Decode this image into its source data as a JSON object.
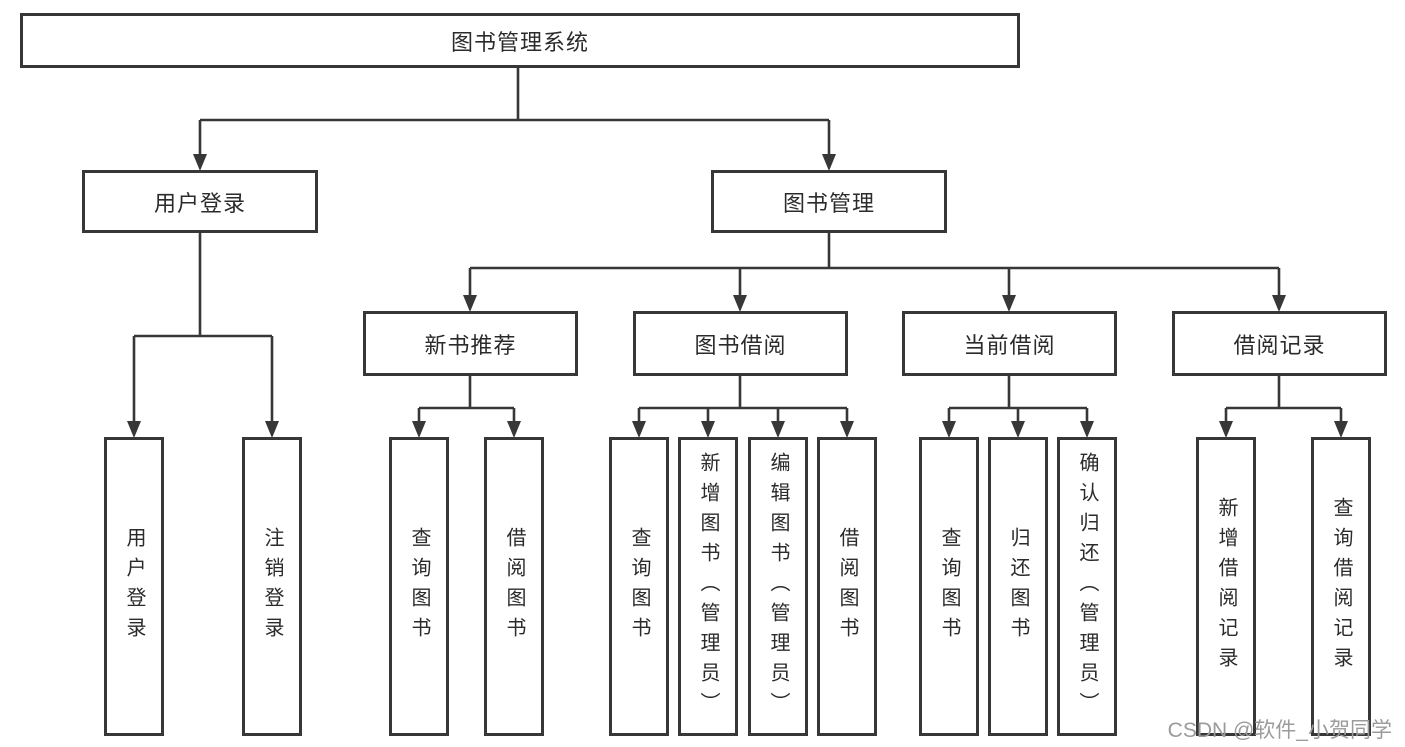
{
  "diagram": {
    "root": "图书管理系统",
    "branches": [
      {
        "label": "用户登录",
        "children": [
          "用户登录",
          "注销登录"
        ]
      },
      {
        "label": "图书管理",
        "groups": [
          {
            "label": "新书推荐",
            "children": [
              "查询图书",
              "借阅图书"
            ]
          },
          {
            "label": "图书借阅",
            "children": [
              "查询图书",
              "新增图书（管理员）",
              "编辑图书（管理员）",
              "借阅图书"
            ]
          },
          {
            "label": "当前借阅",
            "children": [
              "查询图书",
              "归还图书",
              "确认归还（管理员）"
            ]
          },
          {
            "label": "借阅记录",
            "children": [
              "新增借阅记录",
              "查询借阅记录"
            ]
          }
        ]
      }
    ],
    "line_color": "#373737"
  },
  "watermark": "CSDN @软件_小贺同学"
}
